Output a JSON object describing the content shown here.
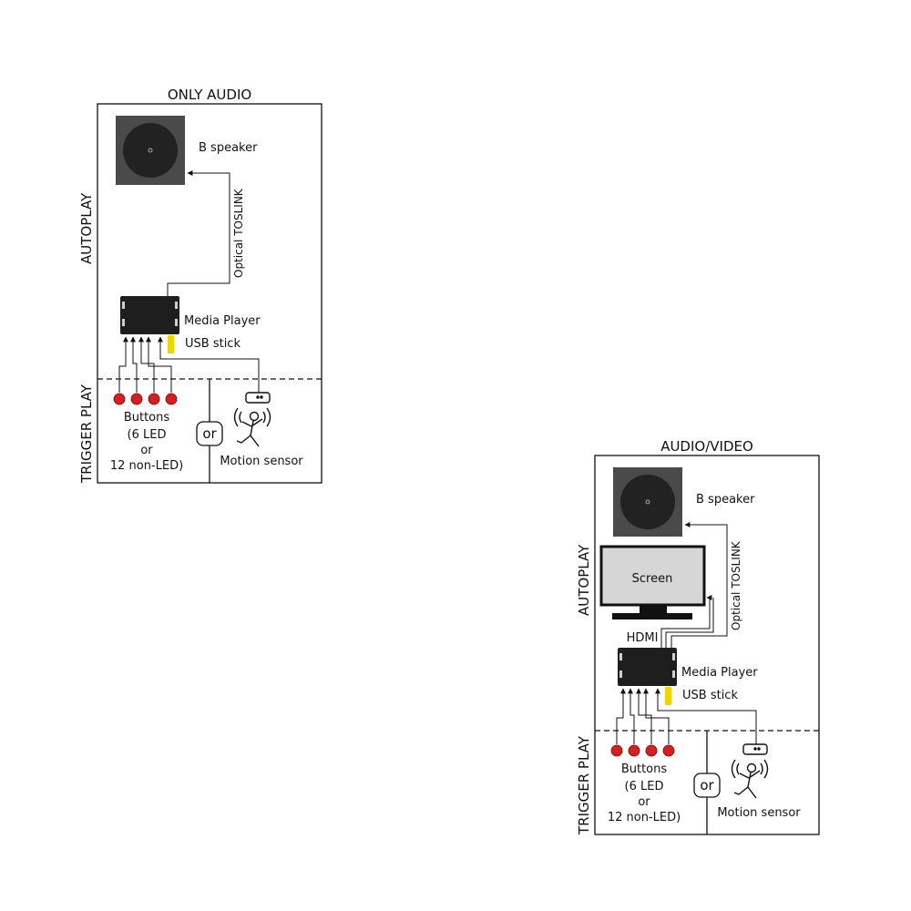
{
  "panels": {
    "audio": {
      "title": "ONLY AUDIO",
      "autoplay_label": "AUTOPLAY",
      "trigger_label": "TRIGGER PLAY",
      "speaker_label": "B speaker",
      "cable_label": "Optical TOSLINK",
      "player_label": "Media Player",
      "usb_label": "USB stick",
      "buttons_lines": [
        "Buttons",
        "(6 LED",
        "or",
        "12 non-LED)"
      ],
      "or_label": "or",
      "sensor_label": "Motion sensor"
    },
    "video": {
      "title": "AUDIO/VIDEO",
      "autoplay_label": "AUTOPLAY",
      "trigger_label": "TRIGGER PLAY",
      "speaker_label": "B speaker",
      "screen_label": "Screen",
      "hdmi_label": "HDMI",
      "cable_label": "Optical TOSLINK",
      "player_label": "Media Player",
      "usb_label": "USB stick",
      "buttons_lines": [
        "Buttons",
        "(6 LED",
        "or",
        "12 non-LED)"
      ],
      "or_label": "or",
      "sensor_label": "Motion sensor"
    }
  },
  "colors": {
    "speaker_box": "#4a4a4a",
    "speaker_cone": "#222222",
    "player": "#1e1e1e",
    "usb": "#f0d400",
    "button": "#d42020",
    "screen_face": "#d6d6d6"
  },
  "icons": {
    "speaker": "speaker-icon",
    "player": "media-player-icon",
    "usb": "usb-stick-icon",
    "button": "push-button-icon",
    "sensor": "motion-sensor-icon",
    "screen": "screen-icon"
  }
}
